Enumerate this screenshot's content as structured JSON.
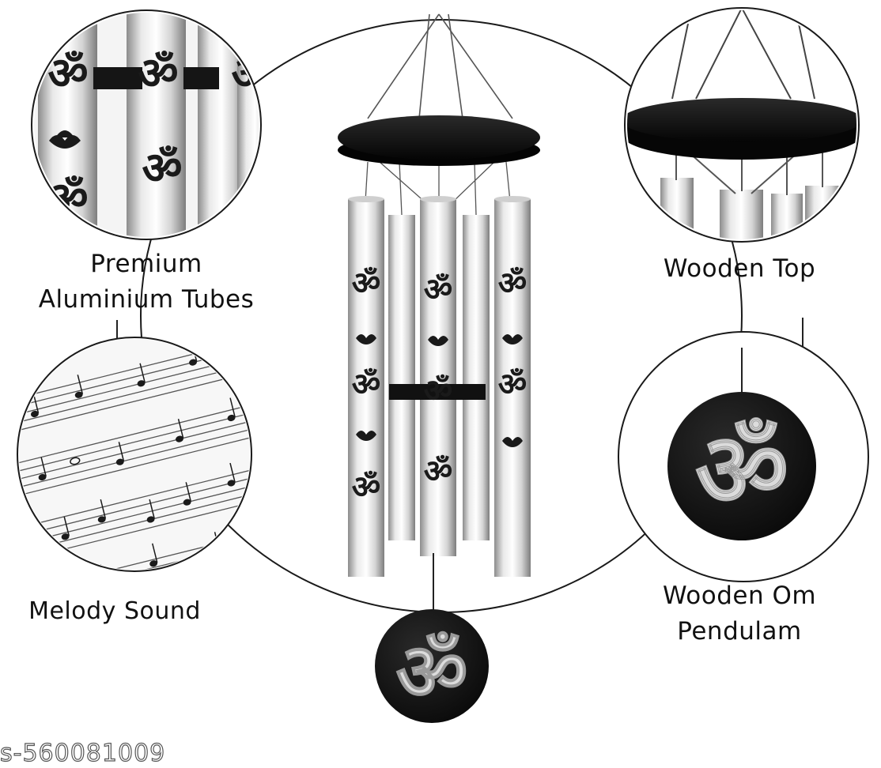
{
  "callouts": {
    "tubes": [
      "Premium",
      "Aluminium Tubes"
    ],
    "top": "Wooden Top",
    "melody": "Melody Sound",
    "pendulum": [
      "Wooden Om",
      "Pendulam"
    ]
  },
  "symbol": "ॐ",
  "watermark": "s-560081009",
  "icons": [
    "om-symbol-icon",
    "lotus-icon",
    "music-notes-icon"
  ],
  "colors": {
    "background": "#ffffff",
    "wood": "#111111",
    "tube_light": "#e6e6e6",
    "tube_dark": "#8c8c8c",
    "om_engraving": "#1a1a1a",
    "om_pendant": "#dcdcdc"
  }
}
